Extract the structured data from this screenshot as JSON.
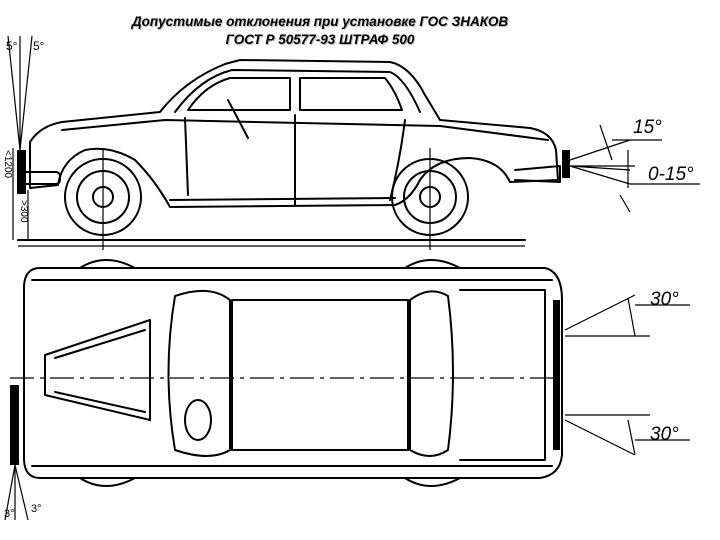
{
  "title_line1": "Допустимые отклонения при установке ГОС ЗНАКОВ",
  "title_line2": "ГОСТ Р 50577-93 ШТРАФ 500",
  "labels": {
    "front_left_angle": "5°",
    "front_right_angle": "5°",
    "height_max": "<1200",
    "height_min": ">300",
    "rear_tilt_up": "15°",
    "rear_tilt_down": "0-15°",
    "rear_side_upper": "30°",
    "rear_side_lower": "30°",
    "front_bottom_left": "3°",
    "front_bottom_right": "3°"
  },
  "colors": {
    "line": "#000000",
    "background": "#ffffff"
  }
}
